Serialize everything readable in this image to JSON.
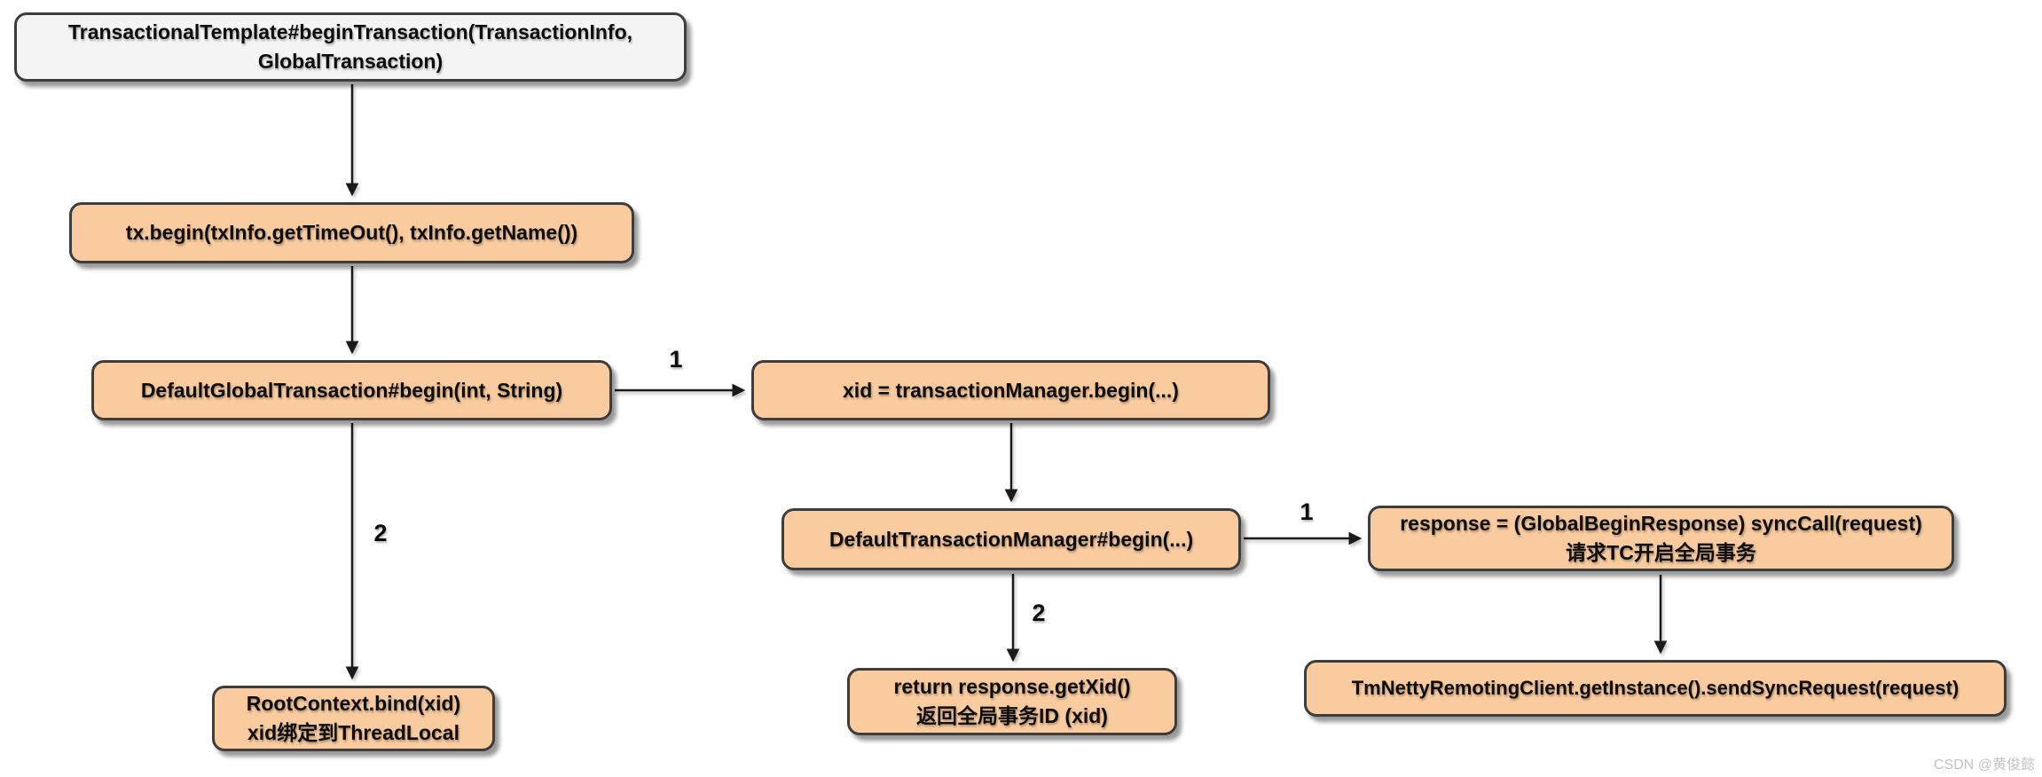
{
  "diagram": {
    "type": "flowchart",
    "nodes": [
      {
        "id": "transactional-template-begin-transaction",
        "fill": "gray",
        "lines": [
          "TransactionalTemplate#beginTransaction(TransactionInfo,",
          "GlobalTransaction)"
        ]
      },
      {
        "id": "tx-begin",
        "fill": "orange",
        "lines": [
          "tx.begin(txInfo.getTimeOut(), txInfo.getName())"
        ]
      },
      {
        "id": "default-global-transaction-begin",
        "fill": "orange",
        "lines": [
          "DefaultGlobalTransaction#begin(int, String)"
        ]
      },
      {
        "id": "xid-transaction-manager-begin",
        "fill": "orange",
        "lines": [
          "xid = transactionManager.begin(...)"
        ]
      },
      {
        "id": "default-transaction-manager-begin",
        "fill": "orange",
        "lines": [
          "DefaultTransactionManager#begin(...)"
        ]
      },
      {
        "id": "sync-call-request",
        "fill": "orange",
        "lines": [
          "response = (GlobalBeginResponse) syncCall(request)",
          "请求TC开启全局事务"
        ]
      },
      {
        "id": "root-context-bind",
        "fill": "orange",
        "lines": [
          "RootContext.bind(xid)",
          "xid绑定到ThreadLocal"
        ]
      },
      {
        "id": "return-get-xid",
        "fill": "orange",
        "lines": [
          "return response.getXid()",
          "返回全局事务ID (xid)"
        ]
      },
      {
        "id": "tm-netty-remoting-client",
        "fill": "orange",
        "lines": [
          "TmNettyRemotingClient.getInstance().sendSyncRequest(request)"
        ]
      }
    ],
    "edges": [
      {
        "from": "transactional-template-begin-transaction",
        "to": "tx-begin",
        "label": ""
      },
      {
        "from": "tx-begin",
        "to": "default-global-transaction-begin",
        "label": ""
      },
      {
        "from": "default-global-transaction-begin",
        "to": "xid-transaction-manager-begin",
        "label": "1"
      },
      {
        "from": "default-global-transaction-begin",
        "to": "root-context-bind",
        "label": "2"
      },
      {
        "from": "xid-transaction-manager-begin",
        "to": "default-transaction-manager-begin",
        "label": ""
      },
      {
        "from": "default-transaction-manager-begin",
        "to": "sync-call-request",
        "label": "1"
      },
      {
        "from": "default-transaction-manager-begin",
        "to": "return-get-xid",
        "label": "2"
      },
      {
        "from": "sync-call-request",
        "to": "tm-netty-remoting-client",
        "label": ""
      }
    ]
  },
  "watermark": "CSDN @黄俊懿",
  "colors": {
    "node_fill_orange": "#F9CB9E",
    "node_fill_gray": "#F4F4F4",
    "node_border": "#3D3D3D",
    "arrow": "#1A1A1A",
    "text": "#0D0D0D",
    "watermark": "#C3C3C3",
    "background": "#FFFFFF"
  }
}
